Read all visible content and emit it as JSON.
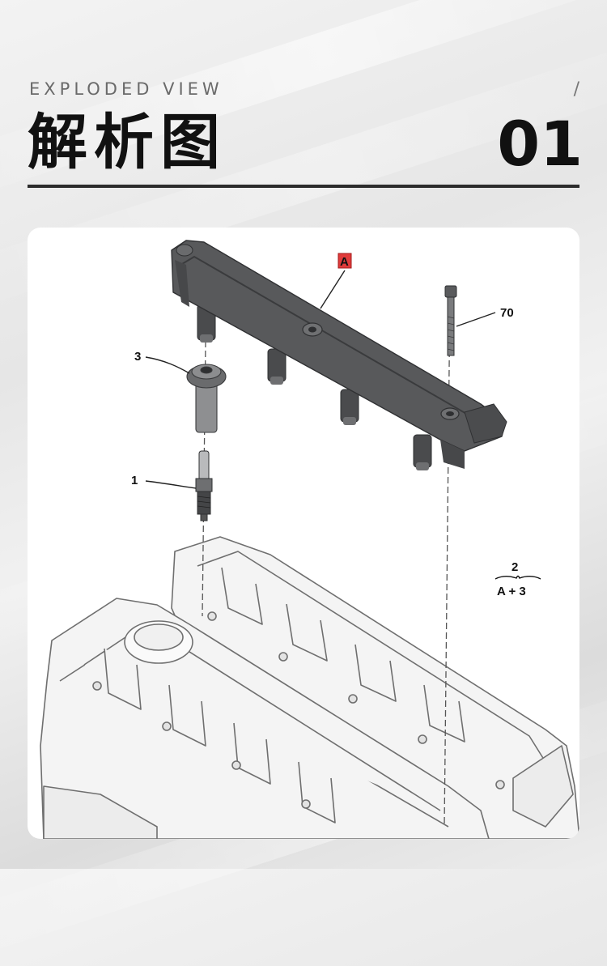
{
  "header": {
    "kicker": "EXPLODED VIEW",
    "slash": "/",
    "title": "解析图",
    "number": "01"
  },
  "diagram": {
    "callouts": {
      "a": "A",
      "item_1": "1",
      "item_3": "3",
      "item_70": "70",
      "group_top": "2",
      "group_bottom": "A + 3"
    },
    "colors": {
      "rail": "#58595b",
      "rail_dark": "#3a3b3d",
      "engine_fill": "#f4f4f4",
      "engine_line": "#6f6f6f",
      "label_a_bg": "#e03a3a"
    }
  }
}
